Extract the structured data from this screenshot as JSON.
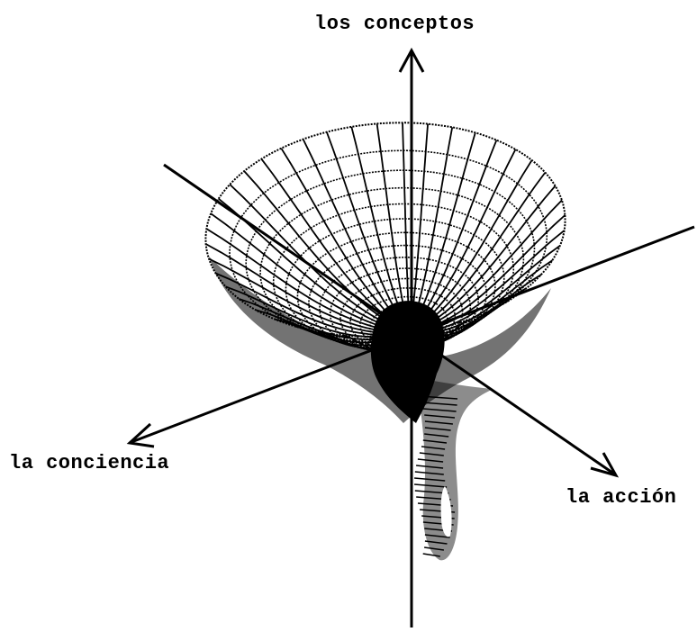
{
  "axes": {
    "vertical": {
      "label": "los conceptos"
    },
    "left": {
      "label": "la conciencia"
    },
    "right": {
      "label": "la acción"
    }
  },
  "colors": {
    "ink": "#000000",
    "background": "#ffffff"
  }
}
